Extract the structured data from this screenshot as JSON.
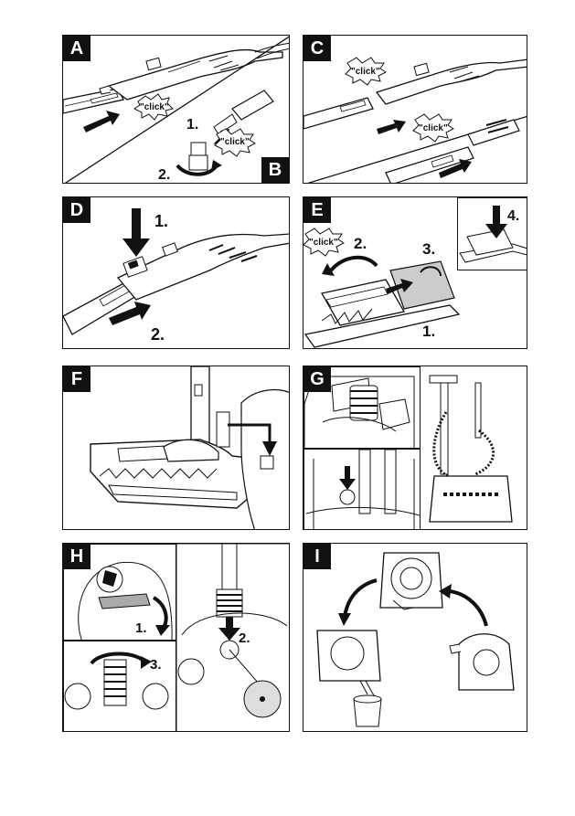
{
  "panels": {
    "A": {
      "badge": "A",
      "click": "\"click\""
    },
    "B": {
      "badge": "B",
      "step1": "1.",
      "step2": "2.",
      "click": "\"click\""
    },
    "C": {
      "badge": "C",
      "click1": "\"click\"",
      "click2": "\"click\""
    },
    "D": {
      "badge": "D",
      "step1": "1.",
      "step2": "2."
    },
    "E": {
      "badge": "E",
      "click": "\"click\"",
      "step1": "1.",
      "step2": "2.",
      "step3": "3.",
      "step4": "4."
    },
    "F": {
      "badge": "F"
    },
    "G": {
      "badge": "G"
    },
    "H": {
      "badge": "H",
      "step1": "1.",
      "step2": "2.",
      "step3": "3."
    },
    "I": {
      "badge": "I"
    }
  }
}
